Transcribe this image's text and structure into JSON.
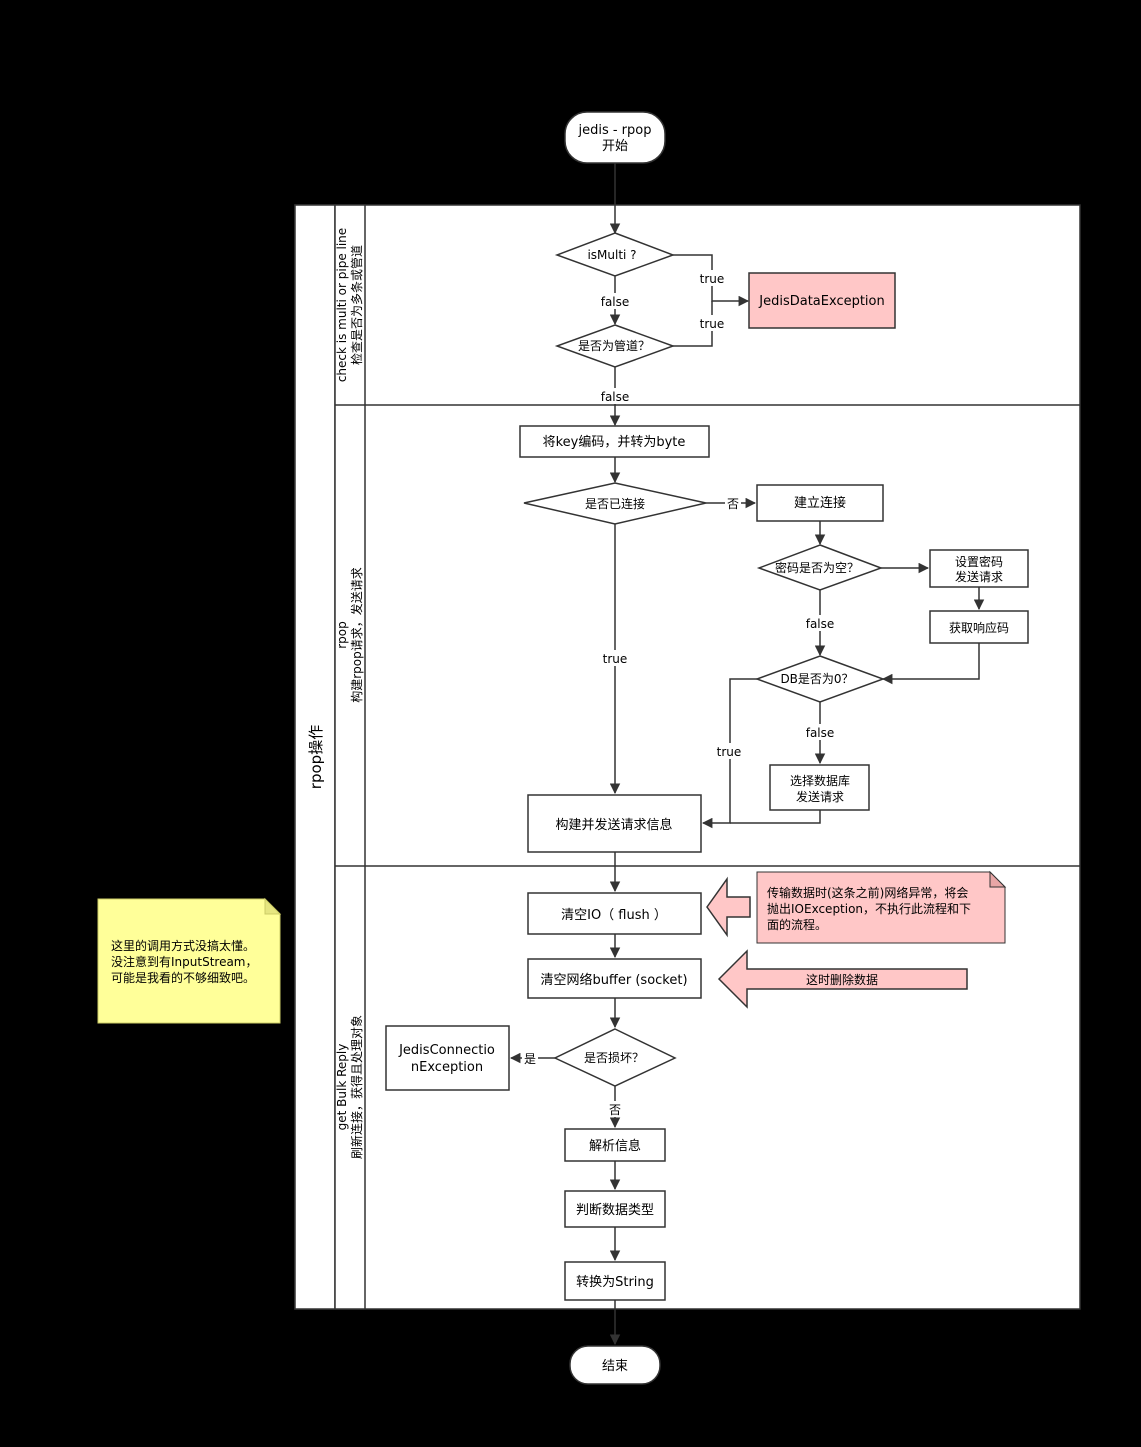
{
  "colors": {
    "background": "#000000",
    "node_fill": "#ffffff",
    "node_stroke": "#333333",
    "edge": "#333333",
    "exception_fill": "#ffc7c7",
    "note_fill": "#ffff99",
    "callout_fill": "#ffc7c7",
    "text": "#000000"
  },
  "pool": {
    "title": "rpop操作"
  },
  "lanes": [
    {
      "id": "lane1",
      "line1": "check is multi or pipe line",
      "line2": "检查是否为多条或管道"
    },
    {
      "id": "lane2",
      "line1": "rpop",
      "line2": "构建rpop请求，发送请求"
    },
    {
      "id": "lane3",
      "line1": "get Bulk Reply",
      "line2": "刷新连接，获得且处理对象"
    }
  ],
  "nodes": {
    "start": [
      "jedis - rpop",
      "开始"
    ],
    "is_multi": [
      "isMulti ?"
    ],
    "is_pipe": [
      "是否为管道？"
    ],
    "jedis_data_exception": [
      "JedisDataException"
    ],
    "encode_key": [
      "将key编码，并转为byte"
    ],
    "is_connected": [
      "是否已连接"
    ],
    "connect": [
      "建立连接"
    ],
    "pwd_empty": [
      "密码是否为空？"
    ],
    "set_pwd": [
      "设置密码",
      "发送请求"
    ],
    "get_resp": [
      "获取响应码"
    ],
    "db_zero": [
      "DB是否为0？"
    ],
    "select_db": [
      "选择数据库",
      "发送请求"
    ],
    "build_send": [
      "构建并发送请求信息"
    ],
    "flush_io": [
      "清空IO（ flush ）"
    ],
    "clear_buffer": [
      "清空网络buffer (socket)"
    ],
    "is_broken": [
      "是否损坏？"
    ],
    "jedis_conn_exception": [
      "JedisConnectio",
      "nException"
    ],
    "parse": [
      "解析信息"
    ],
    "judge_type": [
      "判断数据类型"
    ],
    "to_string": [
      "转换为String"
    ],
    "end": [
      "结束"
    ]
  },
  "edge_labels": {
    "multi_true": "true",
    "pipe_true": "true",
    "multi_false": "false",
    "pipe_false": "false",
    "connected_no": "否",
    "connected_true": "true",
    "pwd_false": "false",
    "db_false": "false",
    "db_true": "true",
    "broken_yes": "是",
    "broken_no": "否"
  },
  "callouts": {
    "io_exception": [
      "传输数据时(这条之前)网络异常，将会",
      "抛出IOException，不执行此流程和下",
      "面的流程。"
    ],
    "delete_data": [
      "这时删除数据"
    ]
  },
  "note": [
    "这里的调用方式没搞太懂。",
    "没注意到有InputStream，",
    "可能是我看的不够细致吧。"
  ]
}
